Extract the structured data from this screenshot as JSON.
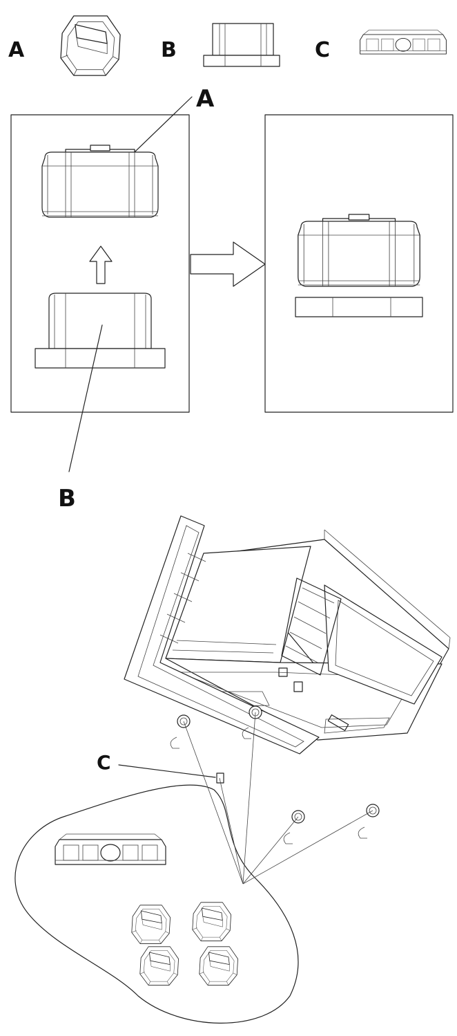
{
  "labels": {
    "part_a": "A",
    "part_b": "B",
    "part_c": "C",
    "callout_a": "A",
    "callout_b": "B",
    "callout_c": "C"
  },
  "colors": {
    "ink": "#222222",
    "paper": "#ffffff"
  }
}
